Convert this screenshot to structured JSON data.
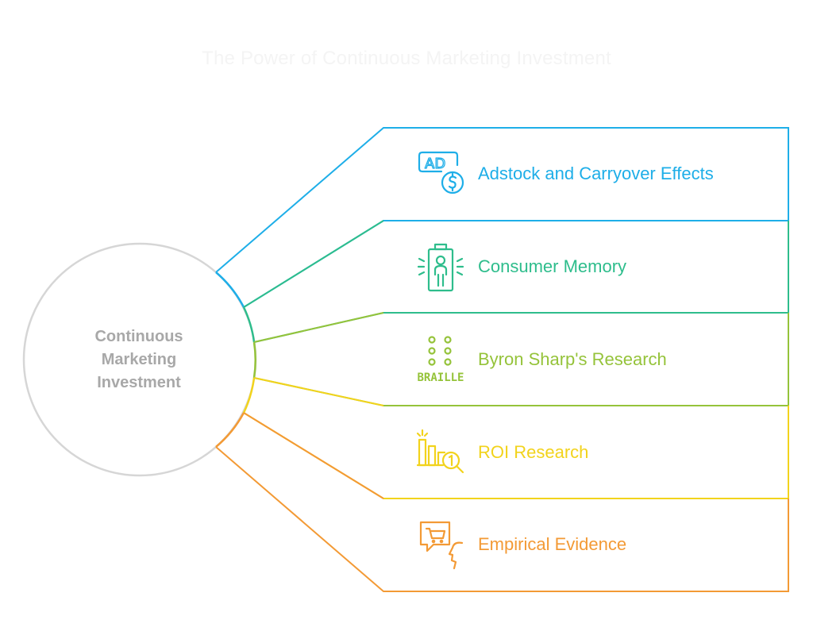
{
  "title": "The Power of Continuous Marketing Investment",
  "hub": {
    "line1": "Continuous",
    "line2": "Marketing",
    "line3": "Investment"
  },
  "branches": [
    {
      "label": "Adstock and Carryover Effects",
      "icon": "ad-dollar-icon",
      "color": "#1eaee8"
    },
    {
      "label": "Consumer Memory",
      "icon": "memory-person-icon",
      "color": "#2ebd8c"
    },
    {
      "label": "Byron Sharp's Research",
      "icon": "braille-icon",
      "color": "#95c33a"
    },
    {
      "label": "ROI Research",
      "icon": "bar-chart-search-icon",
      "color": "#f2d31c"
    },
    {
      "label": "Empirical Evidence",
      "icon": "cart-speech-face-icon",
      "color": "#f39a35"
    }
  ]
}
